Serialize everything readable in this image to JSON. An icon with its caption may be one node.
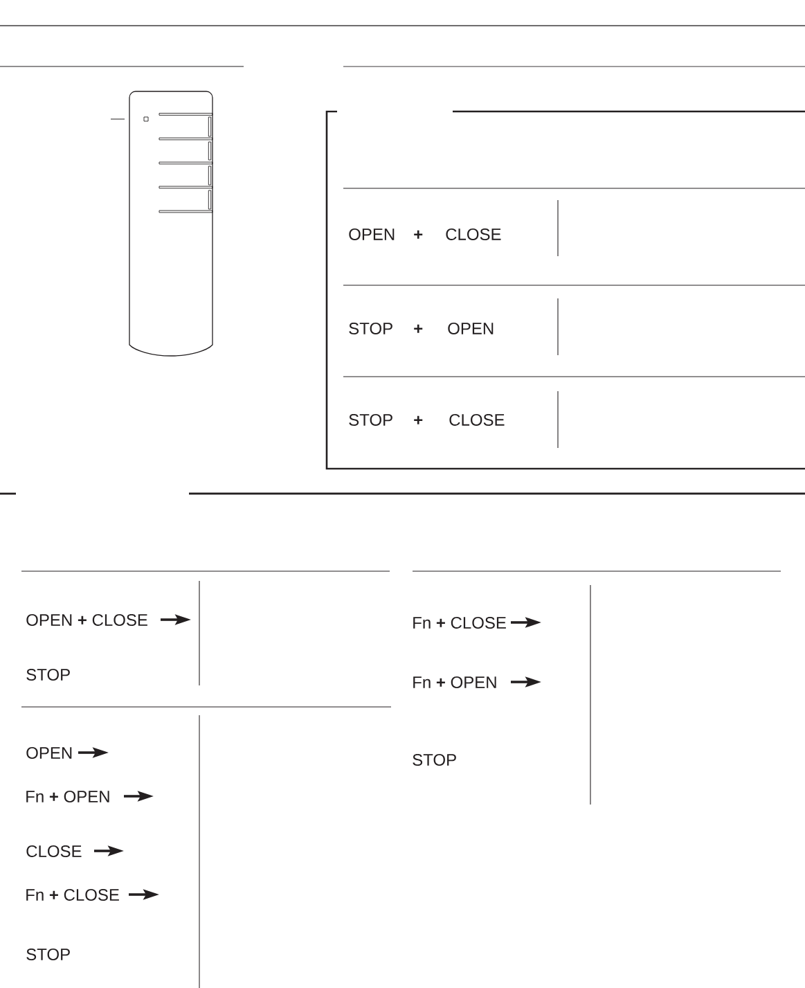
{
  "diagram": {
    "labels": [
      "OPEN",
      "+",
      "CLOSE",
      "STOP",
      "+",
      "OPEN",
      "STOP",
      "+",
      "CLOSE",
      "OPEN **+** CLOSE",
      "STOP",
      "Fn **+** CLOSE",
      "Fn **+** OPEN",
      "STOP",
      "OPEN",
      "Fn **+** OPEN",
      "CLOSE",
      "Fn **+** CLOSE",
      "STOP"
    ]
  }
}
